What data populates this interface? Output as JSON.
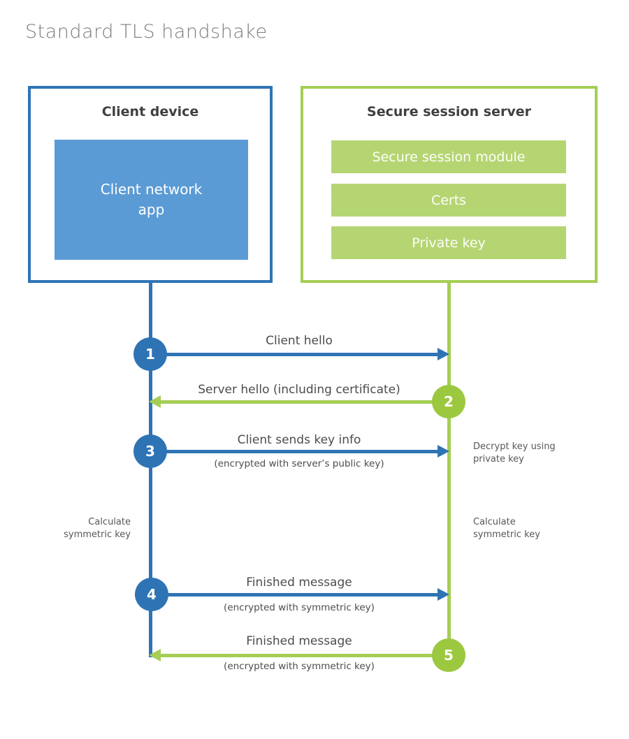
{
  "page": {
    "title": "Standard TLS handshake"
  },
  "colors": {
    "blue": "#2e74b5",
    "blue_fill": "#5b9bd5",
    "green": "#a4ce55",
    "green_circle": "#9cc840",
    "green_fill": "#b5d573",
    "title_gray": "#7b7c7e",
    "text_dark": "#3f4041",
    "text_gray": "#4b4c4e",
    "note_gray": "#565759"
  },
  "client": {
    "title": "Client device",
    "app_label": "Client network\napp"
  },
  "server": {
    "title": "Secure session server",
    "modules": [
      "Secure session module",
      "Certs",
      "Private key"
    ]
  },
  "steps": [
    {
      "number": "1",
      "label": "Client hello",
      "sublabel": "",
      "direction": "right",
      "from": "client",
      "to": "server"
    },
    {
      "number": "2",
      "label": "Server hello (including certificate)",
      "sublabel": "",
      "direction": "left",
      "from": "server",
      "to": "client"
    },
    {
      "number": "3",
      "label": "Client sends key info",
      "sublabel": "(encrypted with server’s public key)",
      "direction": "right",
      "from": "client",
      "to": "server"
    },
    {
      "number": "4",
      "label": "Finished message",
      "sublabel": "(encrypted with symmetric key)",
      "direction": "right",
      "from": "client",
      "to": "server"
    },
    {
      "number": "5",
      "label": "Finished message",
      "sublabel": "(encrypted with symmetric key)",
      "direction": "left",
      "from": "server",
      "to": "client"
    }
  ],
  "notes": {
    "decrypt": "Decrypt key using\nprivate key",
    "calc_left": "Calculate\nsymmetric key",
    "calc_right": "Calculate\nsymmetric key"
  }
}
